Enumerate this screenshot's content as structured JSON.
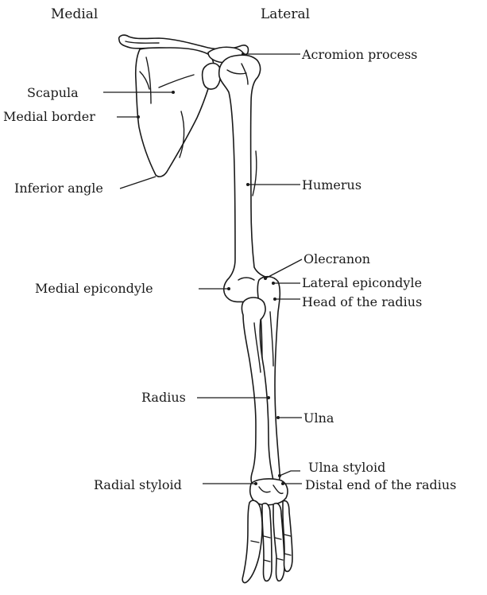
{
  "headers": {
    "medial": "Medial",
    "lateral": "Lateral"
  },
  "labels": {
    "acromion_process": "Acromion process",
    "scapula": "Scapula",
    "medial_border": "Medial border",
    "inferior_angle": "Inferior angle",
    "humerus": "Humerus",
    "olecranon": "Olecranon",
    "lateral_epicondyle": "Lateral epicondyle",
    "medial_epicondyle": "Medial epicondyle",
    "head_of_radius": "Head of the radius",
    "radius": "Radius",
    "ulna": "Ulna",
    "ulna_styloid": "Ulna styloid",
    "radial_styloid": "Radial styloid",
    "distal_end_radius": "Distal end of the radius"
  }
}
